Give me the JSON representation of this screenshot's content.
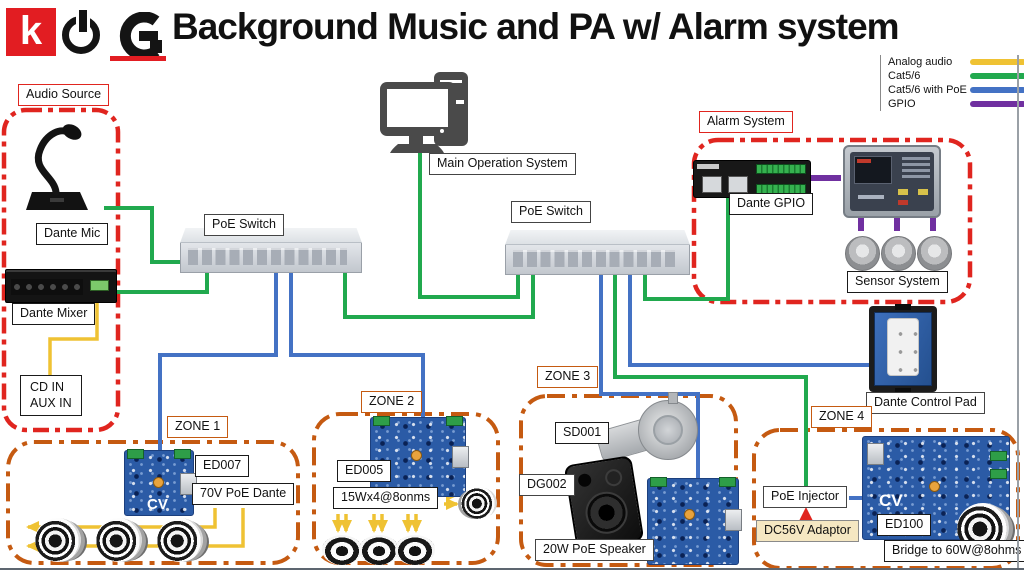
{
  "page": {
    "title": "Background Music and PA w/ Alarm system",
    "logo_letter": "k"
  },
  "legend": {
    "items": [
      {
        "label": "Analog audio",
        "color": "#EFC233"
      },
      {
        "label": "Cat5/6",
        "color": "#21A94E"
      },
      {
        "label": "Cat5/6 with PoE",
        "color": "#4472C4"
      },
      {
        "label": "GPIO",
        "color": "#7030A0"
      }
    ]
  },
  "groups": {
    "audio_source": "Audio Source",
    "alarm_system": "Alarm System"
  },
  "labels": {
    "dante_mic": "Dante Mic",
    "dante_mixer": "Dante Mixer",
    "cd_in": "CD IN",
    "aux_in": "AUX IN",
    "poe_switch_left": "PoE Switch",
    "poe_switch_right": "PoE Switch",
    "main_operation_system": "Main Operation System",
    "dante_gpio": "Dante GPIO",
    "sensor_system": "Sensor System",
    "dante_control_pad": "Dante Control Pad",
    "board_marking": "CV"
  },
  "zones": {
    "zone1": {
      "name": "ZONE 1",
      "model": "ED007",
      "detail": "70V PoE Dante"
    },
    "zone2": {
      "name": "ZONE 2",
      "model": "ED005",
      "detail": "15Wx4@8onms"
    },
    "zone3": {
      "name": "ZONE 3",
      "model": "SD001",
      "model2": "DG002",
      "detail": "20W PoE Speaker"
    },
    "zone4": {
      "name": "ZONE 4",
      "injector": "PoE Injector",
      "adaptor": "DC56V Adaptor",
      "model": "ED100",
      "detail": "Bridge to 60W@8ohms"
    }
  }
}
